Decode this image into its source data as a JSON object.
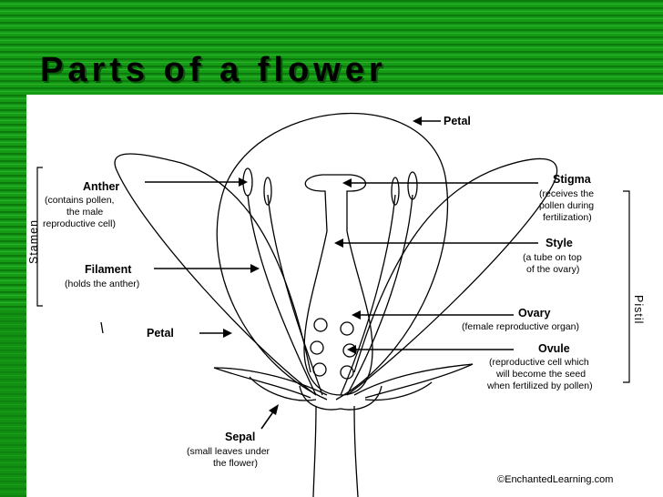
{
  "slide": {
    "title": "Parts of a flower",
    "colors": {
      "background": "#149a14",
      "stripe_dark": "#0c7a0c",
      "stripe_light": "#2cb42c",
      "panel": "#ffffff"
    }
  },
  "diagram": {
    "labels": {
      "petal_top": "Petal",
      "anther": "Anther",
      "anther_desc": [
        "(contains pollen,",
        "the male",
        "reproductive cell)"
      ],
      "stamen": "Stamen",
      "filament": "Filament",
      "filament_desc": [
        "(holds the anther)"
      ],
      "petal_left": "Petal",
      "stigma": "Stigma",
      "stigma_desc": [
        "(receives the",
        "pollen during",
        "fertilization)"
      ],
      "style": "Style",
      "style_desc": [
        "(a tube on top",
        "of the ovary)"
      ],
      "pistil": "Pistil",
      "ovary": "Ovary",
      "ovary_desc": [
        "(female reproductive organ)"
      ],
      "ovule": "Ovule",
      "ovule_desc": [
        "(reproductive cell which",
        "will become the seed",
        "when fertilized by pollen)"
      ],
      "sepal": "Sepal",
      "sepal_desc": [
        "(small leaves under",
        "the flower)"
      ],
      "credit": "©EnchantedLearning.com"
    }
  }
}
